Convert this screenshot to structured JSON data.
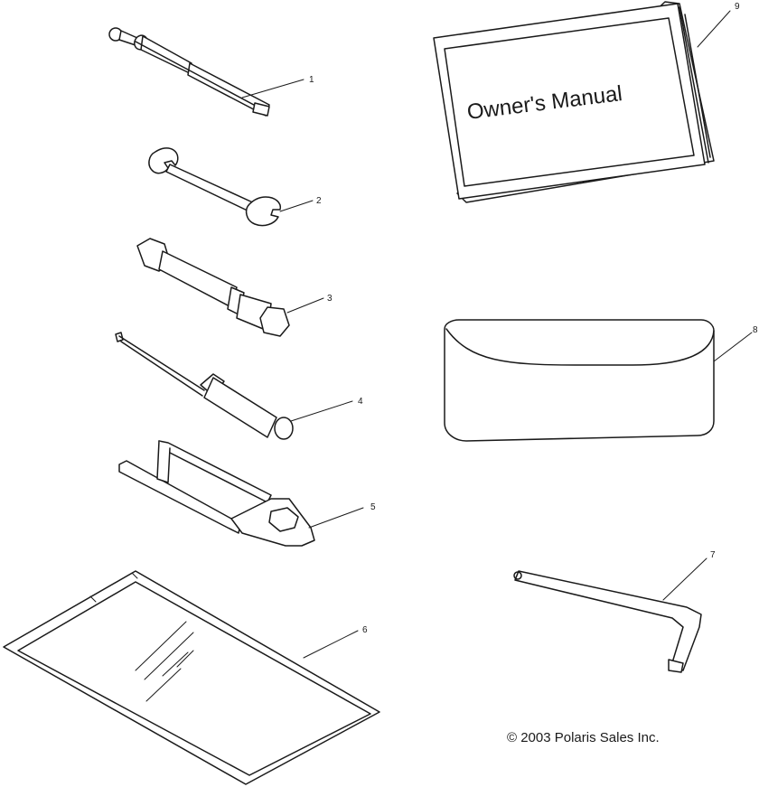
{
  "manual": {
    "title": "Owner's Manual"
  },
  "callouts": {
    "c1": "1",
    "c2": "2",
    "c3": "3",
    "c4": "4",
    "c5": "5",
    "c6": "6",
    "c7": "7",
    "c8": "8",
    "c9": "9"
  },
  "copyright": "© 2003 Polaris Sales Inc.",
  "colors": {
    "line": "#1a1a1a",
    "background": "#ffffff"
  }
}
